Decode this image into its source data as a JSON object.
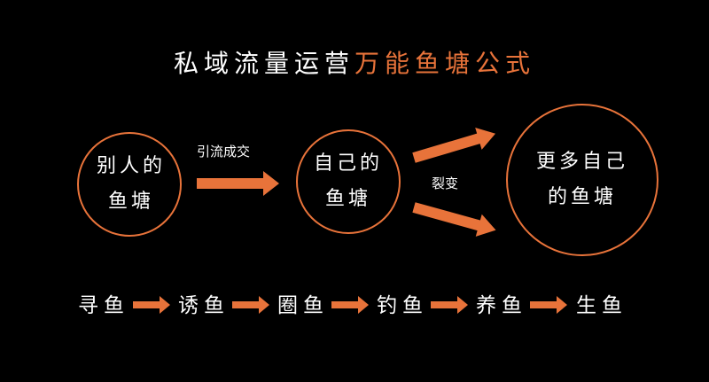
{
  "title": {
    "part1": "私域流量运营",
    "part2": "万能鱼塘公式"
  },
  "colors": {
    "background": "#000000",
    "accent": "#e8733a",
    "text": "#ffffff"
  },
  "nodes": {
    "others_pond": {
      "line1": "别人的",
      "line2": "鱼塘"
    },
    "own_pond": {
      "line1": "自己的",
      "line2": "鱼塘"
    },
    "more_ponds": {
      "line1": "更多自己",
      "line2": "的鱼塘"
    }
  },
  "edges": {
    "convert": "引流成交",
    "fission": "裂变"
  },
  "steps": [
    "寻鱼",
    "诱鱼",
    "圈鱼",
    "钓鱼",
    "养鱼",
    "生鱼"
  ]
}
